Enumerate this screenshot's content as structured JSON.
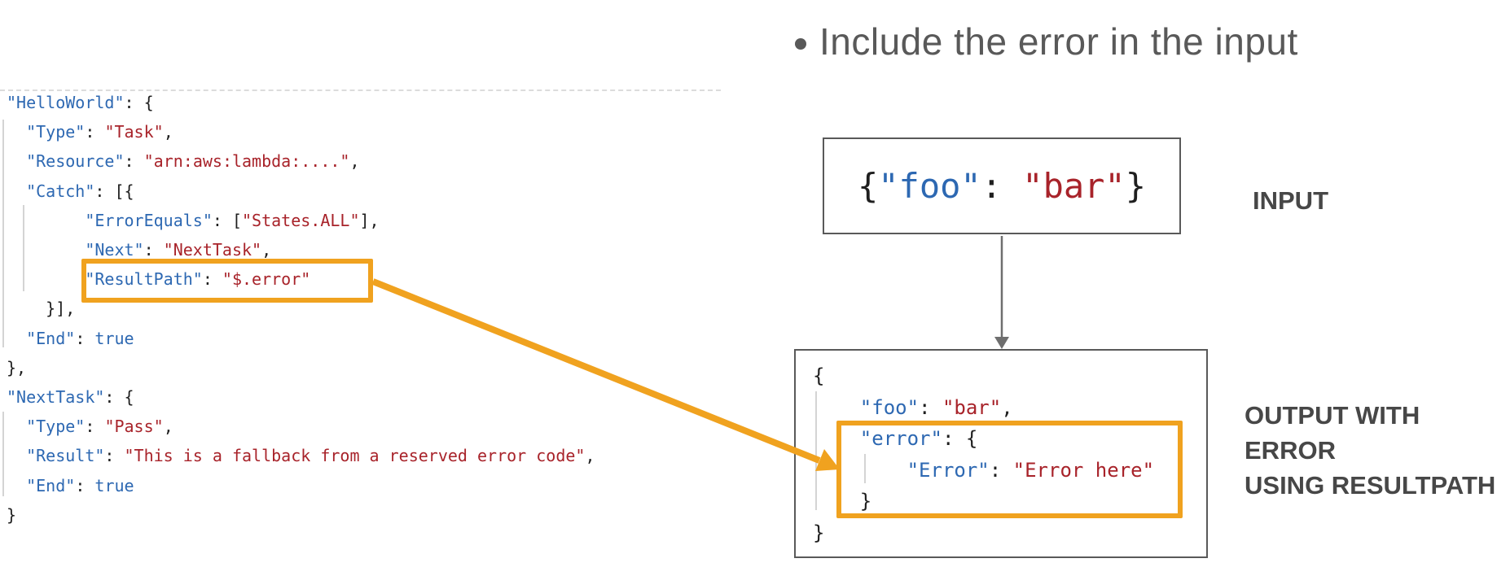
{
  "colors": {
    "key": "#2d68b2",
    "string": "#a8232a",
    "punct": "#1f1f1f",
    "bool": "#2d68b2",
    "orange": "#f0a21f",
    "boxborder": "#595959",
    "label": "#474747",
    "bullet": "#595959",
    "arrow": "#6f6f6f",
    "guide": "#d4d4d4",
    "divider": "#dcdcdc"
  },
  "bullet": {
    "marker": "bullet-dot",
    "text": "Include the error in the input"
  },
  "state_machine_code": {
    "lines": [
      [
        [
          "k",
          "\"HelloWorld\""
        ],
        [
          "p",
          ": {"
        ]
      ],
      [
        [
          "p",
          "  "
        ],
        [
          "k",
          "\"Type\""
        ],
        [
          "p",
          ": "
        ],
        [
          "s",
          "\"Task\""
        ],
        [
          "p",
          ","
        ]
      ],
      [
        [
          "p",
          "  "
        ],
        [
          "k",
          "\"Resource\""
        ],
        [
          "p",
          ": "
        ],
        [
          "s",
          "\"arn:aws:lambda:....\""
        ],
        [
          "p",
          ","
        ]
      ],
      [
        [
          "p",
          "  "
        ],
        [
          "k",
          "\"Catch\""
        ],
        [
          "p",
          ": [{"
        ]
      ],
      [
        [
          "p",
          "        "
        ],
        [
          "k",
          "\"ErrorEquals\""
        ],
        [
          "p",
          ": ["
        ],
        [
          "s",
          "\"States.ALL\""
        ],
        [
          "p",
          "],"
        ]
      ],
      [
        [
          "p",
          "        "
        ],
        [
          "k",
          "\"Next\""
        ],
        [
          "p",
          ": "
        ],
        [
          "s",
          "\"NextTask\""
        ],
        [
          "p",
          ","
        ]
      ],
      [
        [
          "p",
          "        "
        ],
        [
          "k",
          "\"ResultPath\""
        ],
        [
          "p",
          ": "
        ],
        [
          "s",
          "\"$.error\""
        ]
      ],
      [
        [
          "p",
          "    }],"
        ]
      ],
      [
        [
          "p",
          "  "
        ],
        [
          "k",
          "\"End\""
        ],
        [
          "p",
          ": "
        ],
        [
          "b",
          "true"
        ]
      ],
      [
        [
          "p",
          "},"
        ]
      ],
      [
        [
          "k",
          "\"NextTask\""
        ],
        [
          "p",
          ": {"
        ]
      ],
      [
        [
          "p",
          "  "
        ],
        [
          "k",
          "\"Type\""
        ],
        [
          "p",
          ": "
        ],
        [
          "s",
          "\"Pass\""
        ],
        [
          "p",
          ","
        ]
      ],
      [
        [
          "p",
          "  "
        ],
        [
          "k",
          "\"Result\""
        ],
        [
          "p",
          ": "
        ],
        [
          "s",
          "\"This is a fallback from a reserved error code\""
        ],
        [
          "p",
          ","
        ]
      ],
      [
        [
          "p",
          "  "
        ],
        [
          "k",
          "\"End\""
        ],
        [
          "p",
          ": "
        ],
        [
          "b",
          "true"
        ]
      ],
      [
        [
          "p",
          "}"
        ]
      ]
    ]
  },
  "input_box": {
    "label": "INPUT",
    "json_segments": [
      [
        "p",
        "{"
      ],
      [
        "k",
        "\"foo\""
      ],
      [
        "p",
        ": "
      ],
      [
        "s",
        "\"bar\""
      ],
      [
        "p",
        "}"
      ]
    ]
  },
  "output_box": {
    "label_lines": [
      "OUTPUT WITH",
      "ERROR",
      "USING RESULTPATH"
    ],
    "lines": [
      [
        [
          "p",
          "{"
        ]
      ],
      [
        [
          "p",
          "    "
        ],
        [
          "k",
          "\"foo\""
        ],
        [
          "p",
          ": "
        ],
        [
          "s",
          "\"bar\""
        ],
        [
          "p",
          ","
        ]
      ],
      [
        [
          "p",
          "    "
        ],
        [
          "k",
          "\"error\""
        ],
        [
          "p",
          ": {"
        ]
      ],
      [
        [
          "p",
          "        "
        ],
        [
          "k",
          "\"Error\""
        ],
        [
          "p",
          ": "
        ],
        [
          "s",
          "\"Error here\""
        ]
      ],
      [
        [
          "p",
          "    }"
        ]
      ],
      [
        [
          "p",
          "}"
        ]
      ]
    ]
  }
}
